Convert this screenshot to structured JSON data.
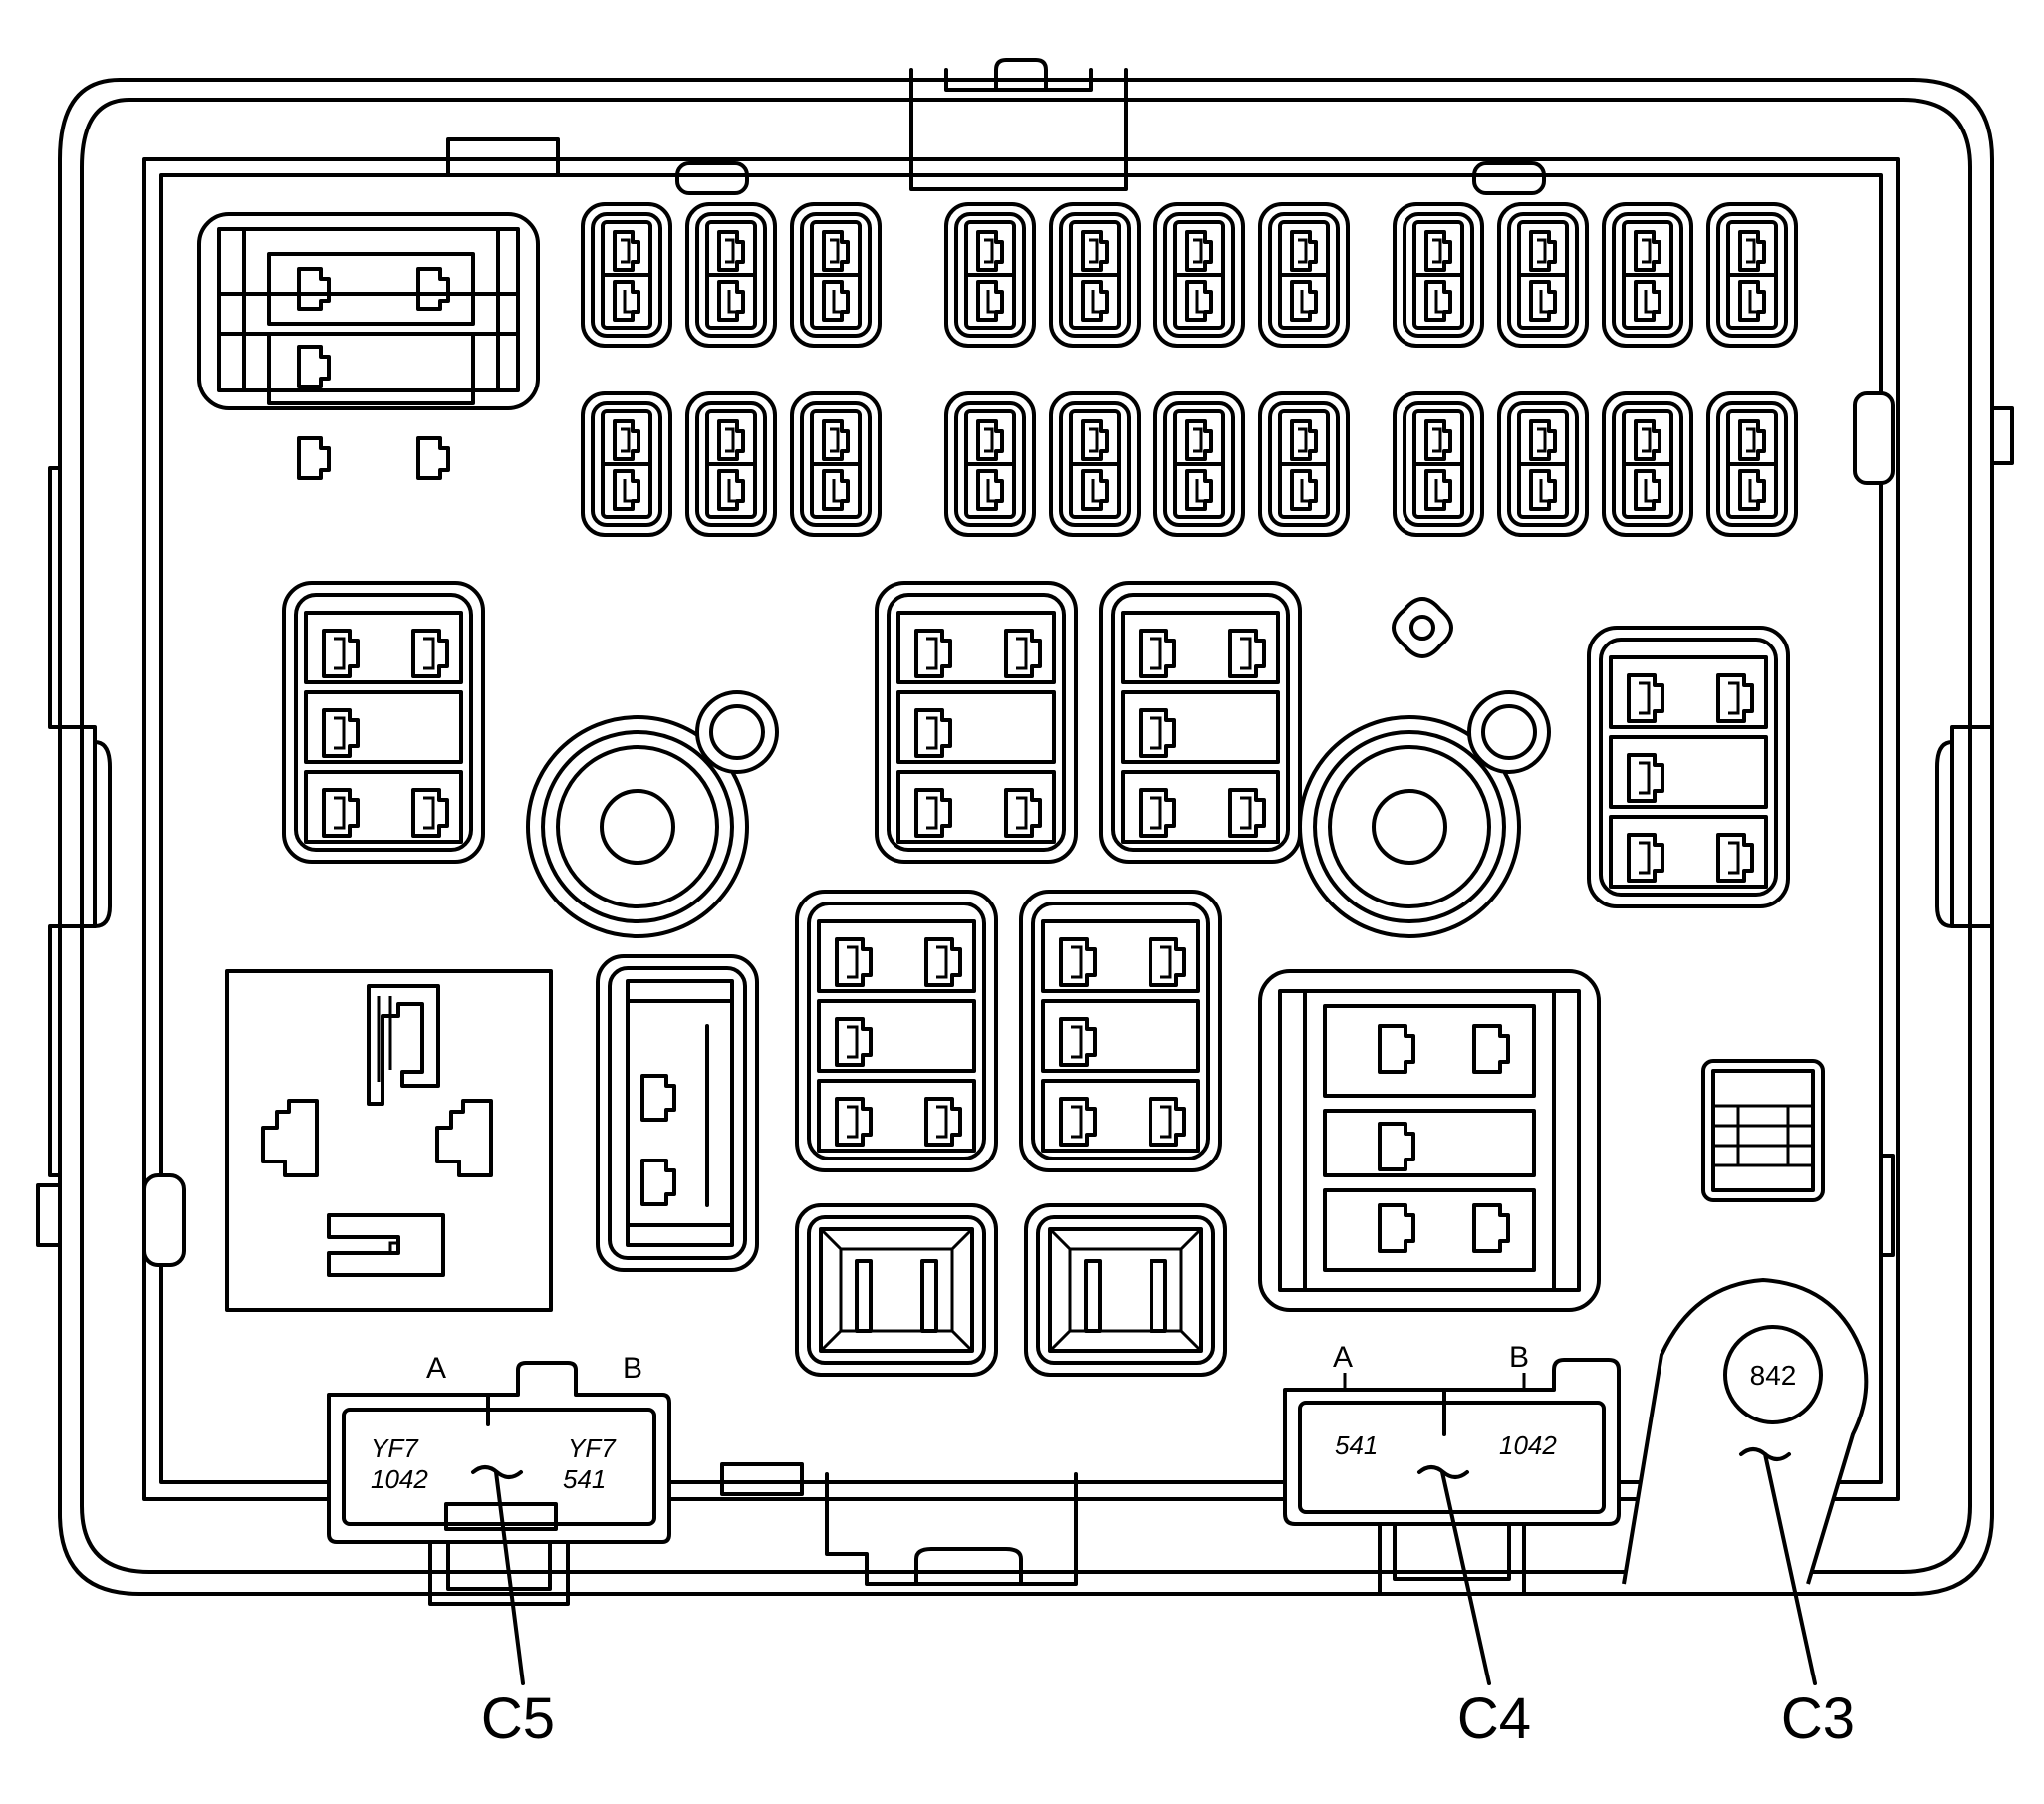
{
  "connectors": {
    "c5": {
      "callout": "C5",
      "pin_a": "A",
      "pin_b": "B",
      "left_wire_1": "YF7",
      "left_wire_2": "1042",
      "right_wire_1": "YF7",
      "right_wire_2": "541"
    },
    "c4": {
      "callout": "C4",
      "pin_a": "A",
      "pin_b": "B",
      "left_wire": "541",
      "right_wire": "1042"
    },
    "c3": {
      "callout": "C3",
      "stud_number": "842"
    }
  }
}
